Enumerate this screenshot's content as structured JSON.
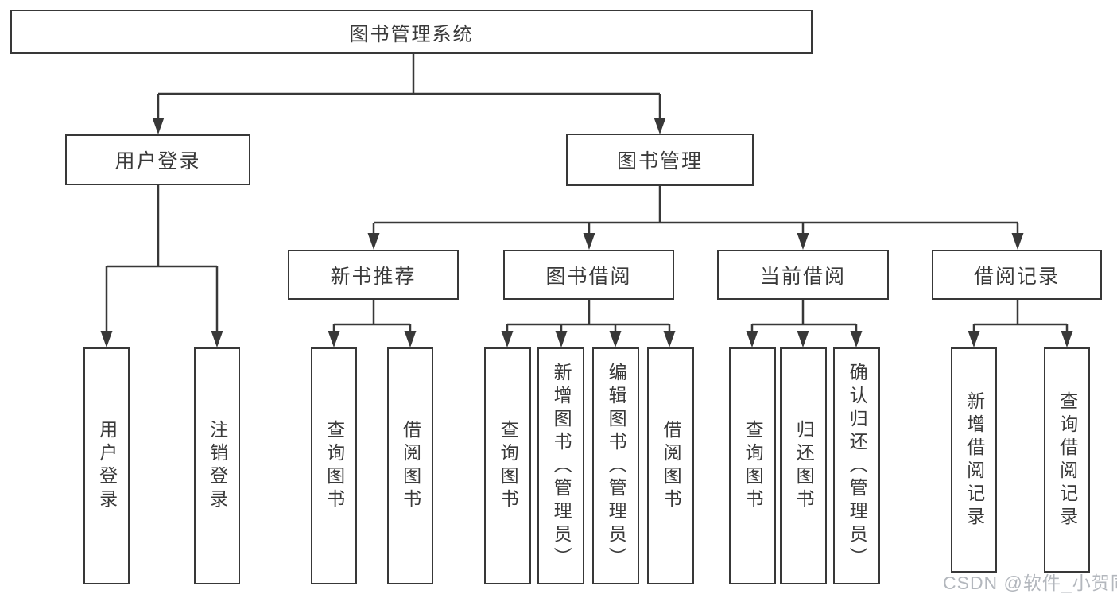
{
  "diagram": {
    "title_node": "图书管理系统",
    "level2": {
      "user_login": "用户登录",
      "book_management": "图书管理"
    },
    "level3": {
      "new_book_recommend": "新书推荐",
      "book_borrowing": "图书借阅",
      "current_borrowing": "当前借阅",
      "borrowing_records": "借阅记录"
    },
    "leaves": {
      "user_login_leaf": "用户登录",
      "logout_leaf": "注销登录",
      "query_books_recommend": "查询图书",
      "borrow_books_recommend": "借阅图书",
      "query_books_borrowing": "查询图书",
      "add_book_admin": "新增图书（管理员）",
      "edit_book_admin": "编辑图书（管理员）",
      "borrow_books_borrowing": "借阅图书",
      "query_books_current": "查询图书",
      "return_book": "归还图书",
      "confirm_return_admin": "确认归还（管理员）",
      "add_borrow_record": "新增借阅记录",
      "query_borrow_record": "查询借阅记录"
    }
  },
  "watermark": "CSDN @软件_小贺同学",
  "colors": {
    "line": "#383838",
    "text": "#3a3a3a",
    "watermark": "#b3b7bd",
    "background": "#ffffff"
  }
}
